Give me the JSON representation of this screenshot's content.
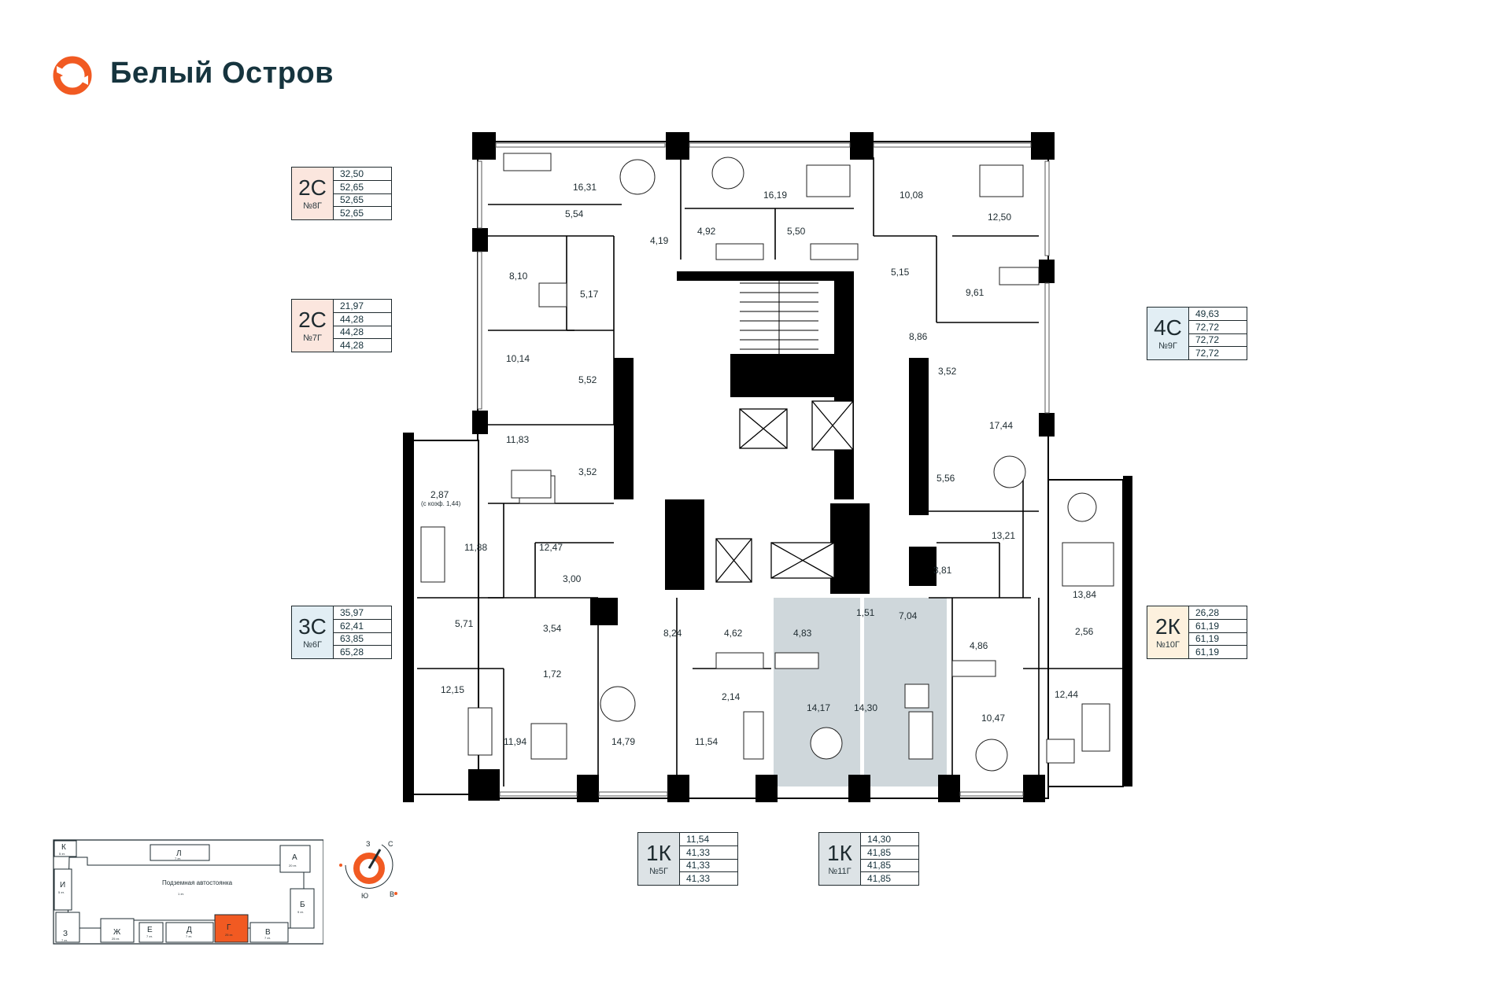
{
  "brand": {
    "name": "Белый Остров",
    "accent": "#f15a22",
    "dark": "#16343e"
  },
  "apartments": [
    {
      "code": "2С",
      "number": "№8Г",
      "values": [
        "32,50",
        "52,65",
        "52,65",
        "52,65"
      ],
      "color": "#fbe6de"
    },
    {
      "code": "2С",
      "number": "№7Г",
      "values": [
        "21,97",
        "44,28",
        "44,28",
        "44,28"
      ],
      "color": "#fbe6de"
    },
    {
      "code": "3С",
      "number": "№6Г",
      "values": [
        "35,97",
        "62,41",
        "63,85",
        "65,28"
      ],
      "color": "#e2eef4"
    },
    {
      "code": "4С",
      "number": "№9Г",
      "values": [
        "49,63",
        "72,72",
        "72,72",
        "72,72"
      ],
      "color": "#e2eef4"
    },
    {
      "code": "2К",
      "number": "№10Г",
      "values": [
        "26,28",
        "61,19",
        "61,19",
        "61,19"
      ],
      "color": "#fdf1de"
    },
    {
      "code": "1К",
      "number": "№5Г",
      "values": [
        "11,54",
        "41,33",
        "41,33",
        "41,33"
      ],
      "color": "#dde3e6"
    },
    {
      "code": "1К",
      "number": "№11Г",
      "values": [
        "14,30",
        "41,85",
        "41,85",
        "41,85"
      ],
      "color": "#dde3e6"
    }
  ],
  "rooms": {
    "r1": "16,31",
    "r2": "16,19",
    "r3": "10,08",
    "r4": "12,50",
    "r5": "5,54",
    "r6": "4,19",
    "r7": "4,92",
    "r8": "5,50",
    "r9": "5,15",
    "r10": "8,10",
    "r11": "5,17",
    "r12": "9,61",
    "r13": "10,14",
    "r14": "5,52",
    "r15": "8,86",
    "r16": "3,52",
    "r17": "17,44",
    "r18": "11,83",
    "r19": "3,52",
    "r20": "5,56",
    "r21": "2,87",
    "r21b": "(с коэф. 1,44)",
    "r22": "11,88",
    "r23": "12,47",
    "r24": "13,21",
    "r25": "3,00",
    "r26": "3,81",
    "r27": "13,84",
    "r28": "5,71",
    "r29": "3,54",
    "r30": "8,24",
    "r31": "4,62",
    "r32": "4,83",
    "r33": "1,51",
    "r34": "7,04",
    "r35": "4,86",
    "r36": "2,56",
    "r37": "1,72",
    "r38": "12,15",
    "r39": "2,14",
    "r40": "14,17",
    "r41": "14,30",
    "r42": "12,44",
    "r43": "10,47",
    "r44": "11,94",
    "r45": "14,79",
    "r46": "11,54"
  },
  "keymap": {
    "title": "Подземная автостоянка",
    "title_sub": "1 эт.",
    "sections": [
      {
        "letter": "К",
        "floors": "5 эт."
      },
      {
        "letter": "Л",
        "floors": "7 эт."
      },
      {
        "letter": "А",
        "floors": "20 эт."
      },
      {
        "letter": "И",
        "floors": "5 эт."
      },
      {
        "letter": "Б",
        "floors": "9 эт."
      },
      {
        "letter": "З",
        "floors": "7 эт."
      },
      {
        "letter": "Ж",
        "floors": "25 эт."
      },
      {
        "letter": "Е",
        "floors": "7 эт."
      },
      {
        "letter": "Д",
        "floors": "7 эт."
      },
      {
        "letter": "Г",
        "floors": "25 эт."
      },
      {
        "letter": "В",
        "floors": "7 эт."
      }
    ],
    "active": "Г"
  },
  "compass": {
    "n": "С",
    "s": "Ю",
    "w": "З",
    "e": "В"
  }
}
